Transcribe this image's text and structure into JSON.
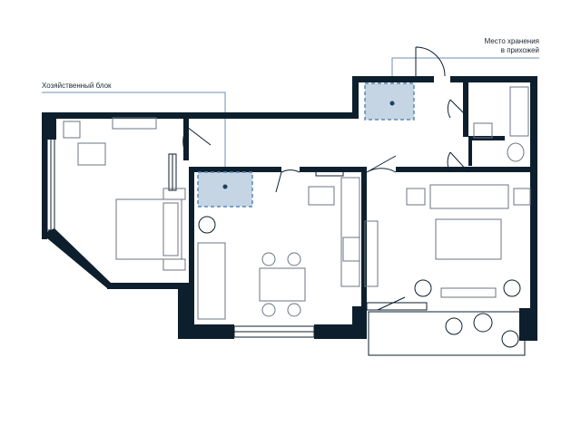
{
  "labels": {
    "storage_line1": "Место хранения",
    "storage_line2": "в прихожей",
    "utility_block": "Хозяйственный блок"
  },
  "colors": {
    "wall": "#0d1f2d",
    "furniture": "#6b7580",
    "accent_fill": "#c5d5e4",
    "accent_line": "#5b89b8",
    "callout_line": "#6f8fb3"
  }
}
